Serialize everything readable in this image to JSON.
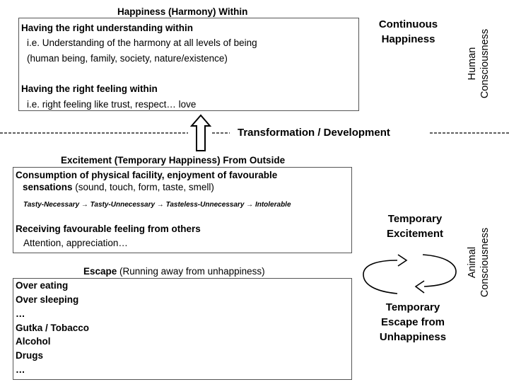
{
  "harmony": {
    "title": "Happiness (Harmony) Within",
    "line1": "Having the right understanding within",
    "line2": "i.e. Understanding of the harmony at all levels of being",
    "line3": "(human being, family, society, nature/existence)",
    "line4": "Having the right feeling within",
    "line5": "i.e. right feeling like trust, respect… love"
  },
  "continuous_happiness": {
    "line1": "Continuous",
    "line2": "Happiness"
  },
  "human_consciousness": {
    "line1": "Human",
    "line2": "Consciousness"
  },
  "transformation": "Transformation / Development",
  "excitement": {
    "title": "Excitement (Temporary Happiness) From Outside",
    "line1": "Consumption of physical facility, enjoyment of favourable",
    "line2_bold": "sensations",
    "line2_rest": " (sound, touch, form, taste, smell)",
    "chain": "Tasty-Necessary → Tasty-Unnecessary → Tasteless-Unnecessary → Intolerable",
    "line3": "Receiving favourable feeling from others",
    "line4": "Attention, appreciation…"
  },
  "escape": {
    "title_bold": "Escape",
    "title_rest": " (Running away from unhappiness)",
    "items": [
      "Over eating",
      "Over sleeping",
      "…",
      "Gutka / Tobacco",
      "Alcohol",
      "Drugs",
      "…"
    ]
  },
  "temporary_excitement": {
    "line1": "Temporary",
    "line2": "Excitement"
  },
  "temporary_escape": {
    "line1": "Temporary",
    "line2": "Escape from",
    "line3": "Unhappiness"
  },
  "animal_consciousness": {
    "line1": "Animal",
    "line2": "Consciousness"
  },
  "colors": {
    "box_border": "#555555",
    "text": "#000000",
    "background": "#ffffff"
  }
}
